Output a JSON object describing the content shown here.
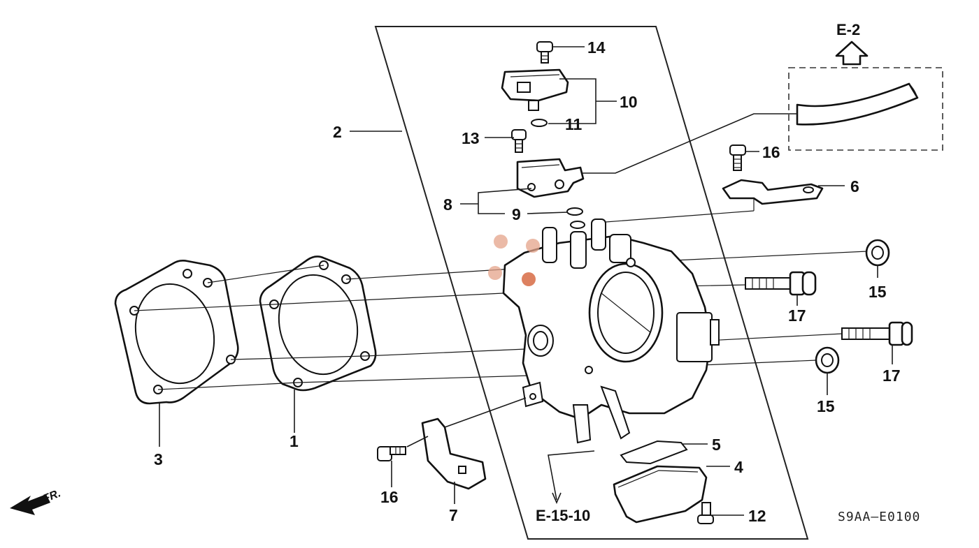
{
  "diagram": {
    "callouts": {
      "c1": "1",
      "c2": "2",
      "c3": "3",
      "c4": "4",
      "c5": "5",
      "c6": "6",
      "c7": "7",
      "c8": "8",
      "c9": "9",
      "c10": "10",
      "c11": "11",
      "c12": "12",
      "c13": "13",
      "c14": "14",
      "c15a": "15",
      "c15b": "15",
      "c16a": "16",
      "c16b": "16",
      "c17a": "17",
      "c17b": "17"
    },
    "references": {
      "top": "E-2",
      "bottom": "E-15-10"
    },
    "front_label": "FR.",
    "diagram_code": "S9AA–E0100",
    "colors": {
      "line": "#111111",
      "background": "#ffffff",
      "highlight": "#e4a38a"
    }
  }
}
